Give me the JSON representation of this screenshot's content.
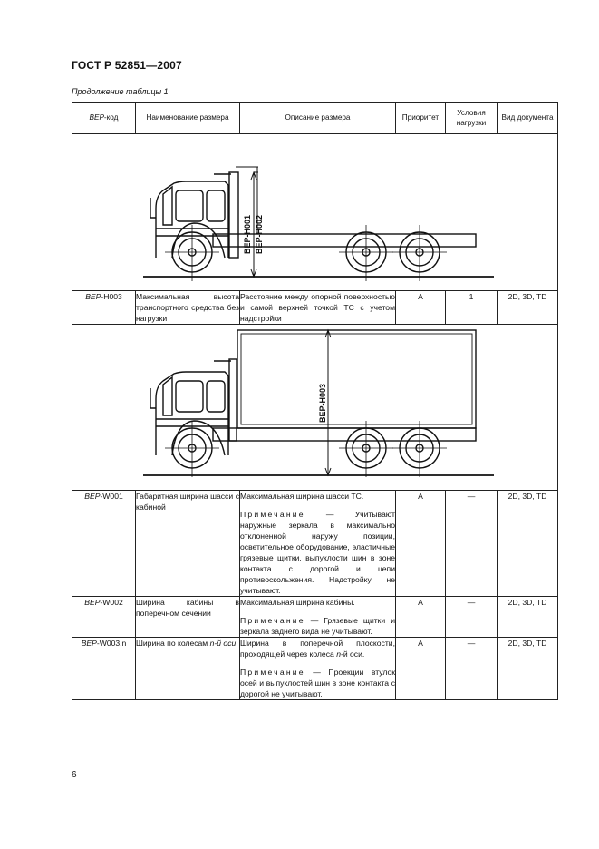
{
  "header": {
    "standard": "ГОСТ Р 52851—2007"
  },
  "caption": "Продолжение таблицы 1",
  "table": {
    "columns": {
      "code_prefix": "BEP",
      "code_suffix": "-код",
      "name": "Наименование размера",
      "description": "Описание размера",
      "priority": "Приоритет",
      "conditions": "Условия нагрузки",
      "doc_type": "Вид документа"
    },
    "figure1": {
      "labels": [
        "BEP-H001",
        "BEP-H002"
      ]
    },
    "row1": {
      "code_prefix": "BEP",
      "code_suffix": "-H003",
      "name": "Максимальная высота транспортного средства без нагрузки",
      "description": "Расстояние между опорной поверхностью и самой верхней точкой ТС с учетом надстройки",
      "priority": "A",
      "conditions": "1",
      "doc_type": "2D, 3D, TD"
    },
    "figure2": {
      "labels": [
        "BEP-H003"
      ]
    },
    "row2": {
      "code_prefix": "BEP",
      "code_suffix": "-W001",
      "name": "Габаритная ширина шасси с кабиной",
      "description": "Максимальная ширина шасси ТС.",
      "note_label": "Примечание",
      "note_text": " — Учитывают наружные зеркала в максимально отклоненной наружу позиции, осветительное оборудование, эластичные грязевые щитки, выпуклости шин в зоне контакта с дорогой и цепи противоскольжения. Надстройку не учитывают.",
      "priority": "A",
      "conditions": "—",
      "doc_type": "2D, 3D, TD"
    },
    "row3": {
      "code_prefix": "BEP",
      "code_suffix": "-W002",
      "name": "Ширина кабины в поперечном сечении",
      "description": "Максимальная ширина кабины.",
      "note_label": "Примечание",
      "note_text": " — Грязевые щитки и зеркала заднего вида не учитывают.",
      "priority": "A",
      "conditions": "—",
      "doc_type": "2D, 3D, TD"
    },
    "row4": {
      "code_prefix": "BEP",
      "code_suffix": "-W003.n",
      "name_a": "Ширина по колесам ",
      "name_italic": "n-й оси",
      "desc_a": "Ширина в поперечной плоскости, проходящей через колеса ",
      "desc_italic": "n",
      "desc_b": "-й оси.",
      "note_label": "Примечание",
      "note_text": " — Проекции втулок осей и выпуклостей шин в зоне контакта с дорогой не учитывают.",
      "priority": "A",
      "conditions": "—",
      "doc_type": "2D, 3D, TD"
    }
  },
  "page_number": "6"
}
